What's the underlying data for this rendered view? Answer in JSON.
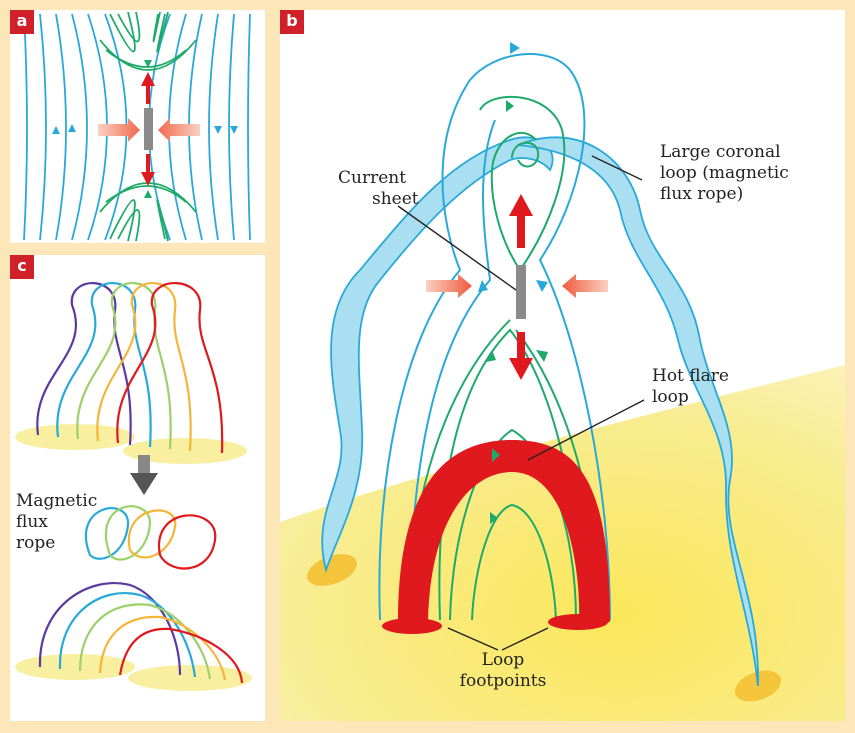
{
  "panels": {
    "a": {
      "badge": "a"
    },
    "b": {
      "badge": "b"
    },
    "c": {
      "badge": "c"
    }
  },
  "labels": {
    "current_sheet": [
      "Current",
      "sheet"
    ],
    "large_coronal_loop": [
      "Large coronal",
      "loop (magnetic",
      "flux rope)"
    ],
    "hot_flare_loop": [
      "Hot flare",
      "loop"
    ],
    "loop_footpoints": [
      "Loop",
      "footpoints"
    ],
    "magnetic_flux_rope": [
      "Magnetic",
      "flux",
      "rope"
    ]
  },
  "colors": {
    "field_blue": "#29a9d9",
    "field_green": "#1daa6a",
    "flow_red": "#e0191e",
    "inflow_salmon": "#f07a60",
    "sheet_gray": "#8a8a8a",
    "photosphere_yellow": "#f7e14a",
    "badge_red": "#d0202a",
    "rope_purple": "#5b3aa0",
    "rope_light_green": "#9cd06a",
    "rope_orange": "#f4b63a"
  }
}
